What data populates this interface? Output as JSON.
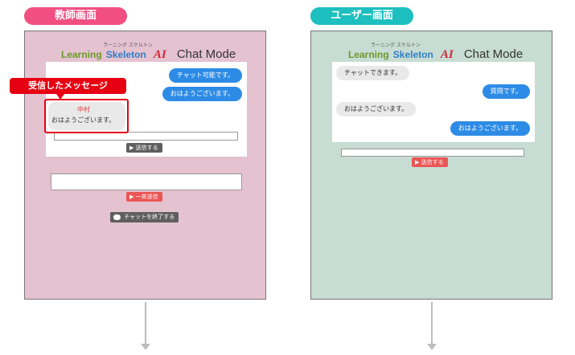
{
  "teacher": {
    "heading": "教師画面",
    "logo": {
      "kana": "ラーニング スケルトン",
      "learning": "Learning",
      "skeleton": "Skeleton",
      "ai": "AI",
      "mode": "Chat Mode"
    },
    "messages": {
      "sent_1": "チャット可能です。",
      "sent_2": "おはようございます。",
      "received_name": "中村",
      "received_text": "おはようございます。"
    },
    "annotation": "受信したメッセージ",
    "send_button": "▶ 送信する",
    "broadcast_button": "▶ 一斉送信",
    "end_chat_button": "チャットを終了する"
  },
  "user": {
    "heading": "ユーザー画面",
    "logo": {
      "kana": "ラーニング スケルトン",
      "learning": "Learning",
      "skeleton": "Skeleton",
      "ai": "AI",
      "mode": "Chat Mode"
    },
    "messages": {
      "recv_1": "チャットできます。",
      "sent_1": "質問です。",
      "recv_2": "おはようございます。",
      "sent_2": "おはようございます。"
    },
    "send_button": "▶ 送信する"
  },
  "colors": {
    "teacher_panel": "#e5c2d0",
    "user_panel": "#c7dcd3",
    "teacher_accent": "#f14f82",
    "user_accent": "#1dbfbf",
    "sent_bubble": "#2d8be6",
    "annotation": "#e60012"
  }
}
